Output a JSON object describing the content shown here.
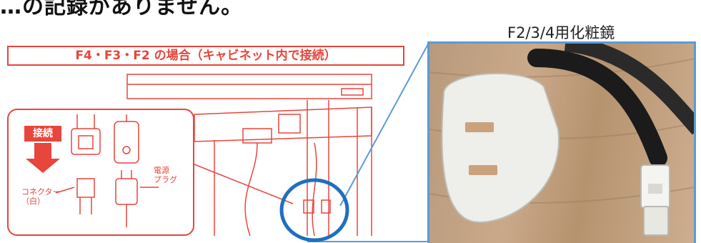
{
  "heading": "…の記録がありません。",
  "photo_caption": "F2/3/4用化粧鏡",
  "diagram": {
    "banner": "F4・F3・F2 の場合（キャビネット内で接続）",
    "connect_badge": "接続",
    "connector_label": [
      "コネクター",
      "（白）"
    ],
    "plug_label": [
      "電源",
      "プラグ"
    ]
  },
  "colors": {
    "diagram_red": "#e8453c",
    "highlight_blue": "#1f6fbf",
    "callout_blue": "#5b9bd5"
  },
  "icons": [
    "arrow-down-icon",
    "connector-icon",
    "power-plug-icon",
    "highlight-circle-icon"
  ]
}
